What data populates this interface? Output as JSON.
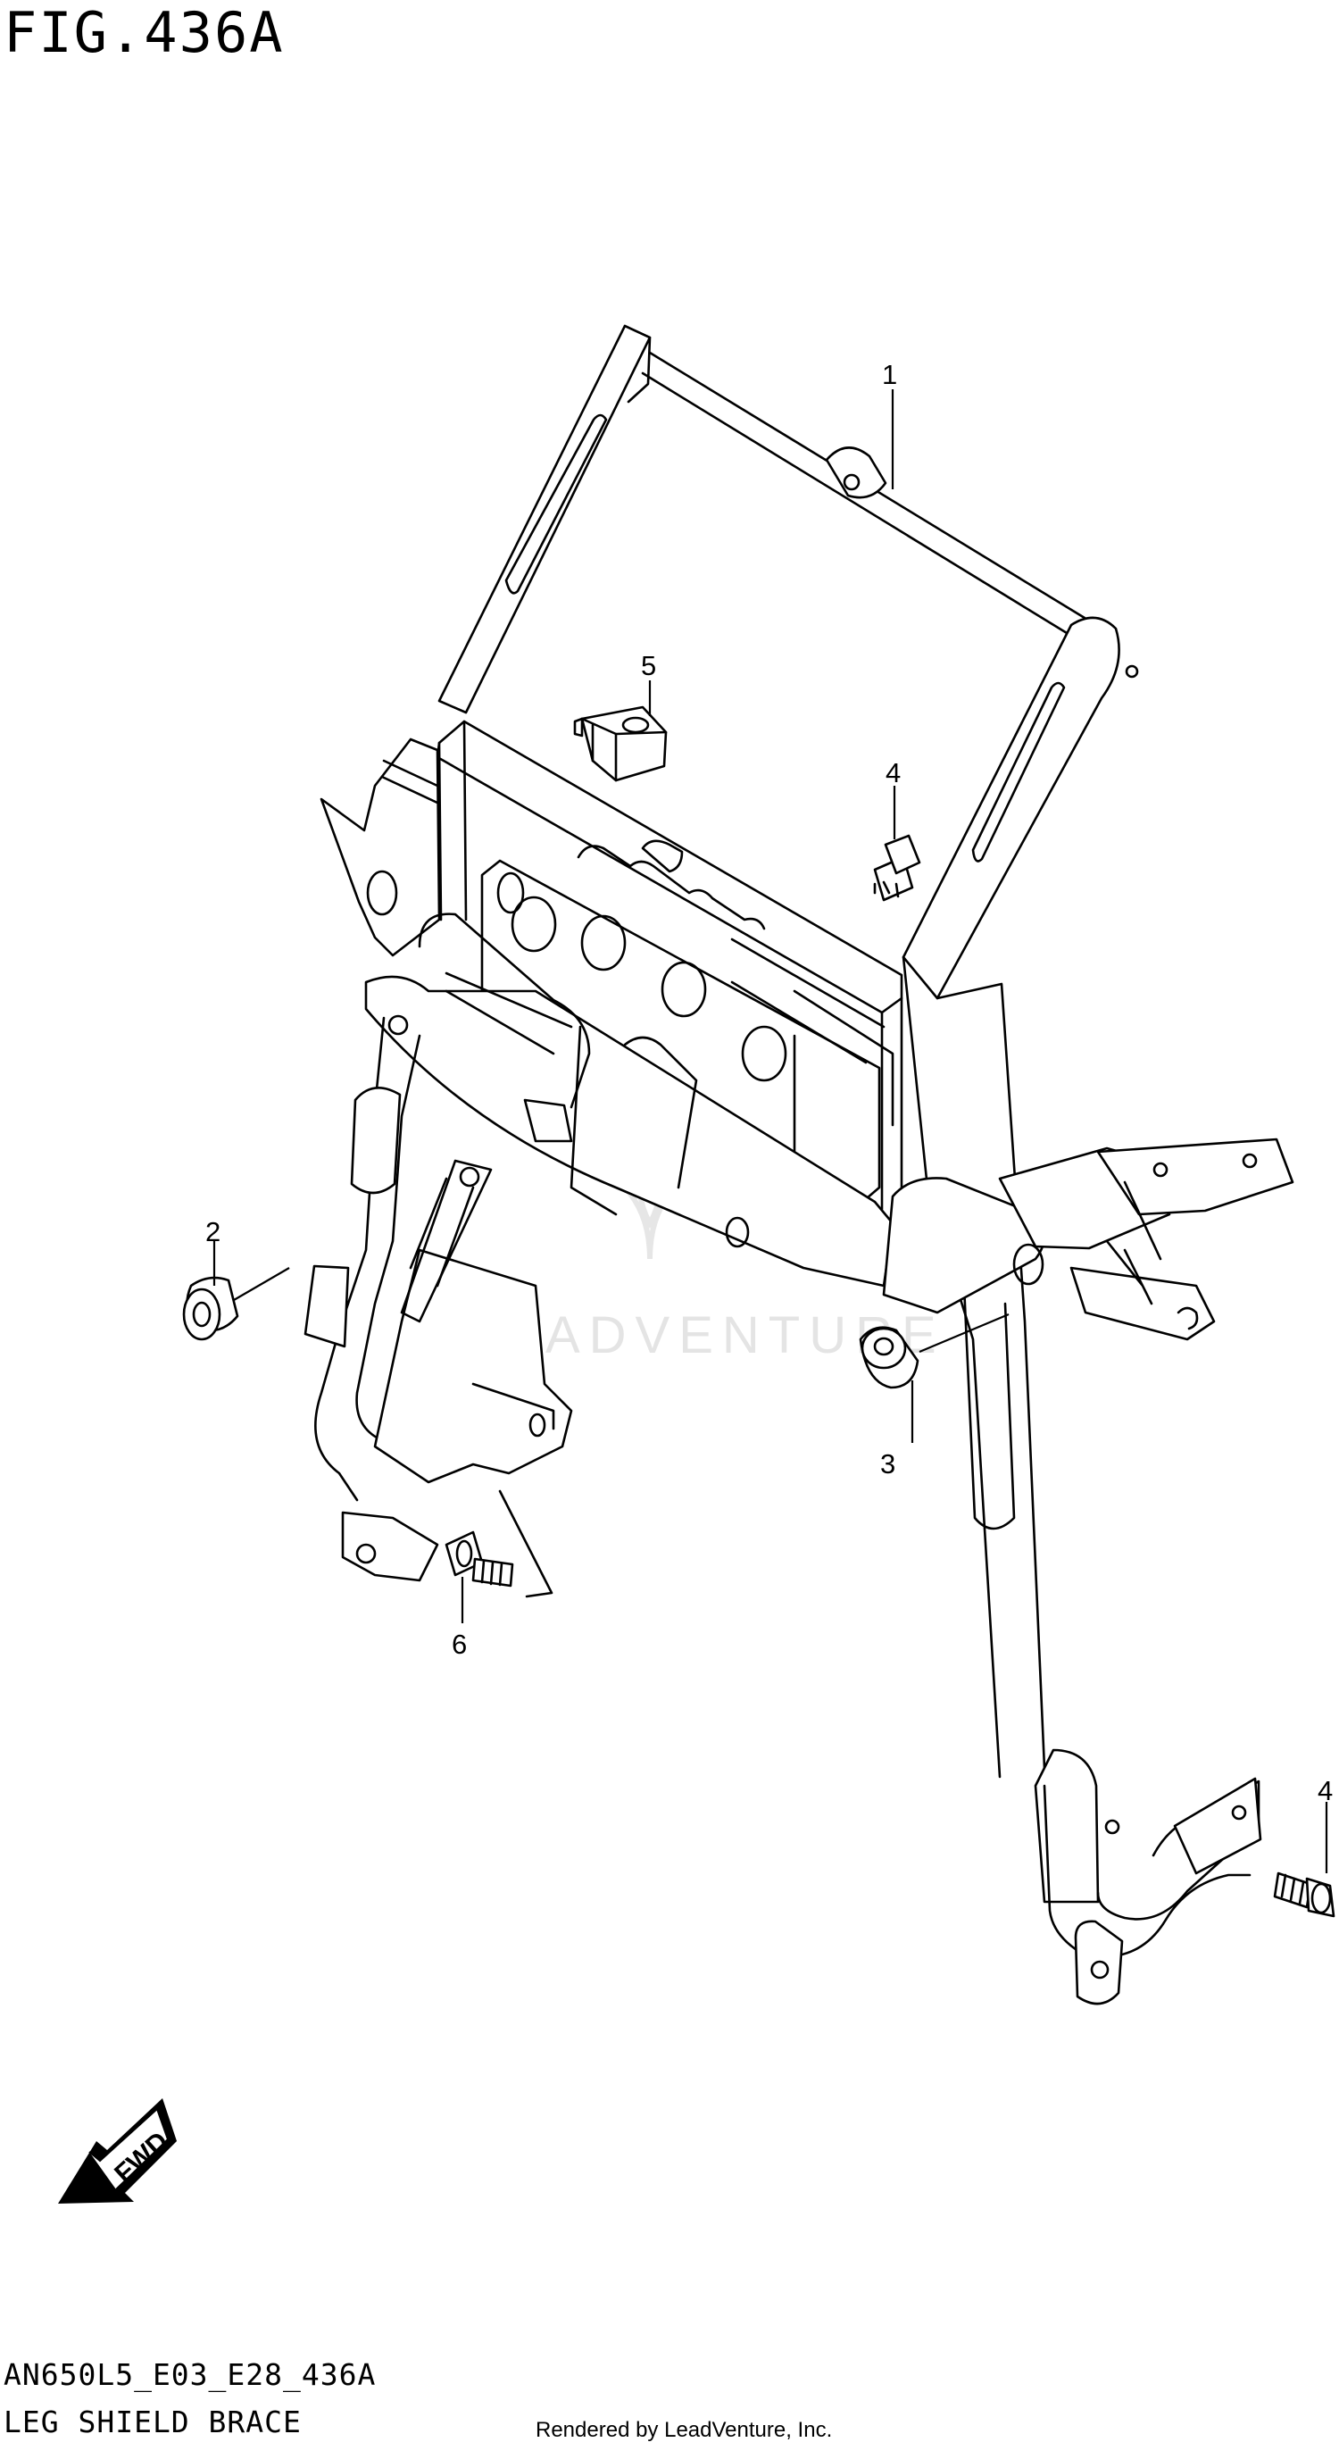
{
  "figure_title": "FIG.436A",
  "model_code": "AN650L5_E03_E28_436A",
  "diagram_title": "LEG SHIELD BRACE",
  "credit": "Rendered by LeadVenture, Inc.",
  "watermark": "LEADVENTURE",
  "fwd_label": "FWD",
  "callouts": [
    {
      "id": "c1",
      "label": "1"
    },
    {
      "id": "c2",
      "label": "2"
    },
    {
      "id": "c3",
      "label": "3"
    },
    {
      "id": "c4a",
      "label": "4"
    },
    {
      "id": "c4b",
      "label": "4"
    },
    {
      "id": "c5",
      "label": "5"
    },
    {
      "id": "c6",
      "label": "6"
    }
  ]
}
